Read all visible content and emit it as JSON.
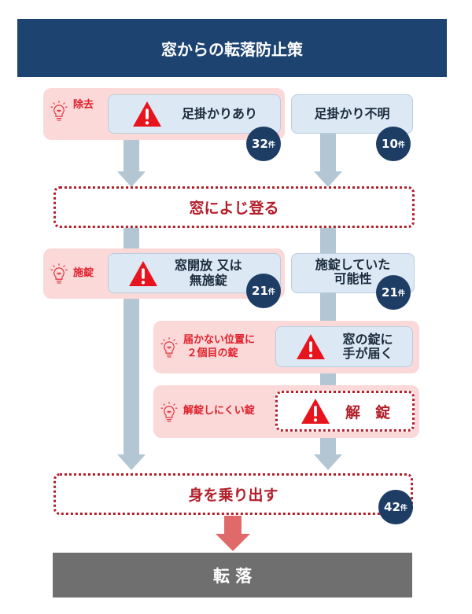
{
  "title": "窓からの転落防止策",
  "row1": {
    "hint": "除去",
    "left": "足掛かりあり",
    "left_count": "32",
    "right": "足掛かり不明",
    "right_count": "10"
  },
  "climb": "窓によじ登る",
  "row2": {
    "hint": "施錠",
    "left_line1": "窓開放 又は",
    "left_line2": "無施錠",
    "left_count": "21",
    "right_line1": "施錠していた",
    "right_line2": "可能性",
    "right_count": "21"
  },
  "row3": {
    "hint_line1": "届かない位置に",
    "hint_line2": "２個目の錠",
    "box_line1": "窓の錠に",
    "box_line2": "手が届く"
  },
  "row4": {
    "hint": "解錠しにくい錠",
    "box": "解　錠"
  },
  "lean": "身を乗り出す",
  "lean_count": "42",
  "fall": "転 落",
  "unit": "件",
  "colors": {
    "navy": "#1d4470",
    "red": "#e0202b",
    "pink": "#fbd9d9",
    "box": "#dce8f4",
    "gray": "#6f6f6f"
  }
}
